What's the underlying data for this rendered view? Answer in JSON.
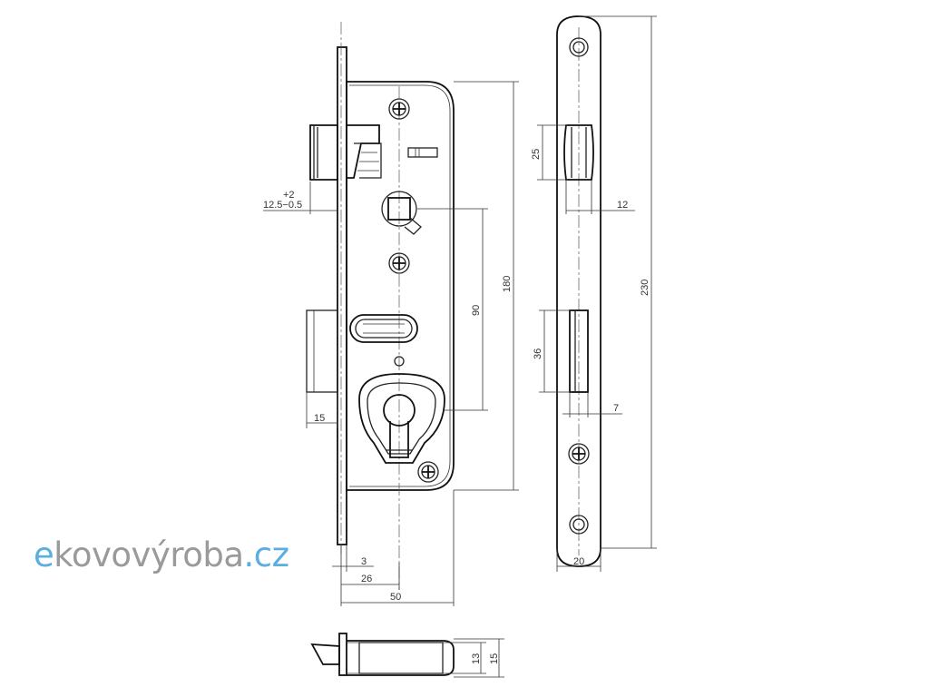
{
  "brand": {
    "logo_part1": "e",
    "logo_part2": "kovovýroba",
    "logo_part3": ".cz",
    "colors": {
      "blue": "#5aaee0",
      "grey": "#9a9a9a"
    }
  },
  "dimensions": {
    "tolerance_upper": "+2",
    "backset_latch": "12.5−0.5",
    "height_180": "180",
    "height_90": "90",
    "bolt_throw": "15",
    "dim_3": "3",
    "dim_26": "26",
    "dim_50": "50",
    "faceplate_25": "25",
    "faceplate_12": "12",
    "faceplate_230": "230",
    "faceplate_36": "36",
    "faceplate_7": "7",
    "faceplate_20": "20",
    "bottom_13": "13",
    "bottom_15": "15"
  }
}
